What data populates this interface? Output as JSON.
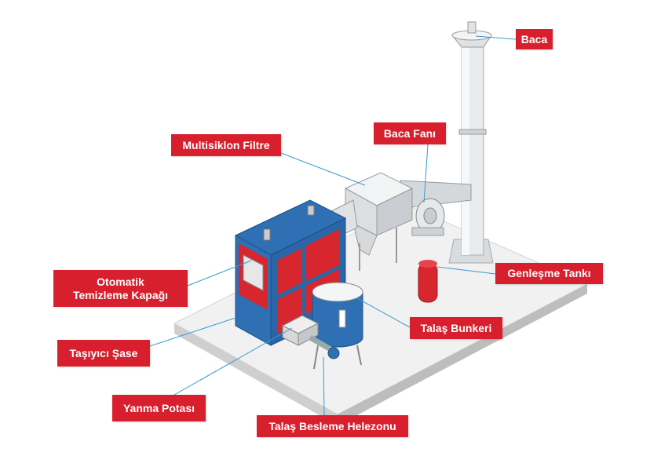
{
  "labels": {
    "baca": "Baca",
    "baca_fani": "Baca Fanı",
    "multisiklon_filtre": "Multisiklon Filtre",
    "genlesme_tanki": "Genleşme Tankı",
    "otomatik_temizleme_kapagi": "Otomatik Temizleme Kapağı",
    "talas_bunkeri": "Talaş Bunkeri",
    "tasiyici_sase": "Taşıyıcı Şase",
    "yanma_potasi": "Yanma Potası",
    "talas_besleme_helezonu": "Talaş Besleme Helezonu"
  },
  "colors": {
    "label_bg": "#d71f2d",
    "leader_line": "#3a9ad0",
    "boiler_blue": "#2f6fb3",
    "boiler_red": "#d8262e",
    "steel": "#e4e6e8"
  }
}
